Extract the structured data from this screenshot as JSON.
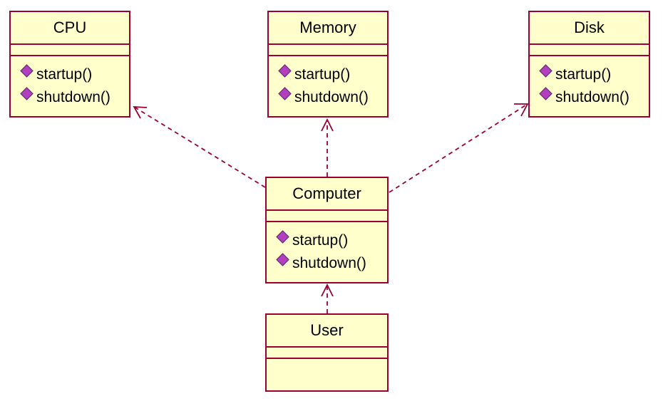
{
  "diagram": {
    "classes": {
      "cpu": {
        "name": "CPU",
        "operations": [
          "startup()",
          "shutdown()"
        ]
      },
      "memory": {
        "name": "Memory",
        "operations": [
          "startup()",
          "shutdown()"
        ]
      },
      "disk": {
        "name": "Disk",
        "operations": [
          "startup()",
          "shutdown()"
        ]
      },
      "computer": {
        "name": "Computer",
        "operations": [
          "startup()",
          "shutdown()"
        ]
      },
      "user": {
        "name": "User",
        "operations": []
      }
    },
    "relations": [
      {
        "type": "dependency",
        "from": "Computer",
        "to": "CPU"
      },
      {
        "type": "dependency",
        "from": "Computer",
        "to": "Memory"
      },
      {
        "type": "dependency",
        "from": "Computer",
        "to": "Disk"
      },
      {
        "type": "dependency",
        "from": "User",
        "to": "Computer"
      }
    ],
    "colors": {
      "class_fill": "#ffffcc",
      "class_border": "#990033",
      "operation_icon": "#b040c0",
      "dependency_line": "#990033"
    }
  }
}
